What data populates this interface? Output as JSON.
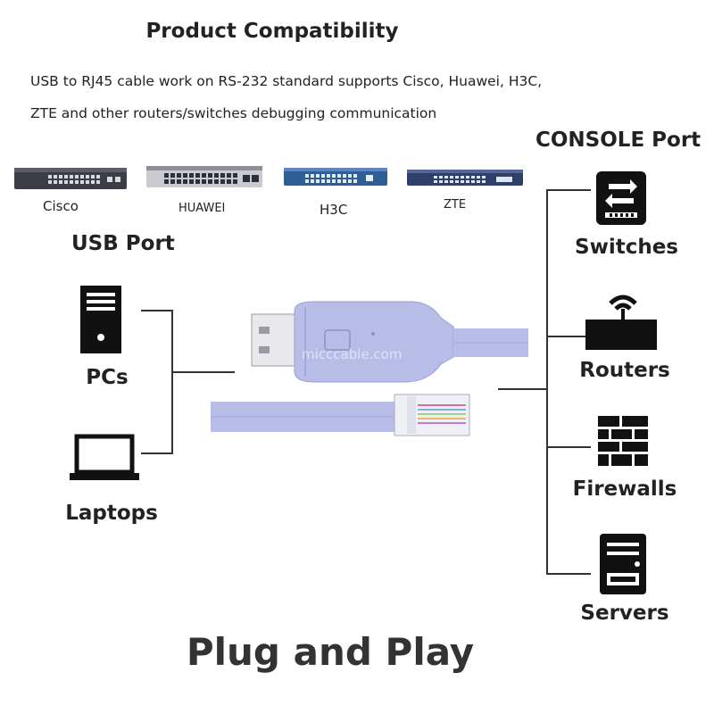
{
  "header": {
    "title": "Product Compatibility",
    "desc_line1": "USB to RJ45 cable work on RS-232 standard supports Cisco, Huawei, H3C,",
    "desc_line2": "ZTE and other routers/switches debugging communication"
  },
  "console_port": {
    "label": "CONSOLE Port"
  },
  "brands": [
    {
      "name": "Cisco"
    },
    {
      "name": "HUAWEI"
    },
    {
      "name": "H3C"
    },
    {
      "name": "ZTE"
    }
  ],
  "usb_port": {
    "label": "USB Port",
    "pcs": "PCs",
    "laptops": "Laptops"
  },
  "devices": {
    "switches": "Switches",
    "routers": "Routers",
    "firewalls": "Firewalls",
    "servers": "Servers"
  },
  "watermark": "micccable.com",
  "footer": {
    "tagline": "Plug and Play"
  },
  "colors": {
    "cable": "#b8bde8",
    "cable_dark": "#9aa0d6",
    "text": "#222222",
    "icon": "#111111"
  },
  "icons": [
    "switch-rack-icon",
    "pc-tower-icon",
    "laptop-icon",
    "network-switch-icon",
    "router-icon",
    "firewall-icon",
    "server-icon"
  ]
}
